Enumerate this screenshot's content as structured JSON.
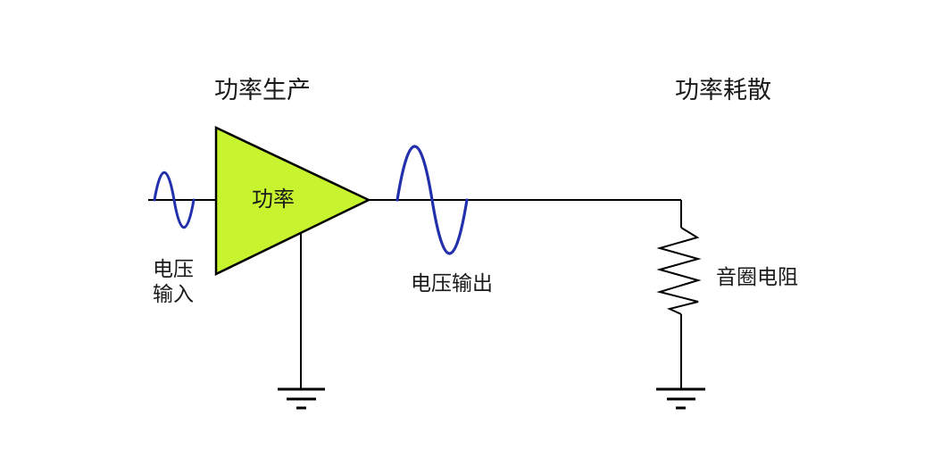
{
  "diagram": {
    "section_titles": {
      "production": "功率生产",
      "dissipation": "功率耗散"
    },
    "amplifier": {
      "label": "功率"
    },
    "labels": {
      "voltage_input_line1": "电压",
      "voltage_input_line2": "输入",
      "voltage_output": "电压输出",
      "voice_coil_resistance": "音圈电阻"
    },
    "colors": {
      "amplifier_fill": "#c7f42f",
      "amplifier_stroke": "#000000",
      "waveform": "#2231ab",
      "wire": "#000000",
      "background": "#ffffff"
    }
  }
}
